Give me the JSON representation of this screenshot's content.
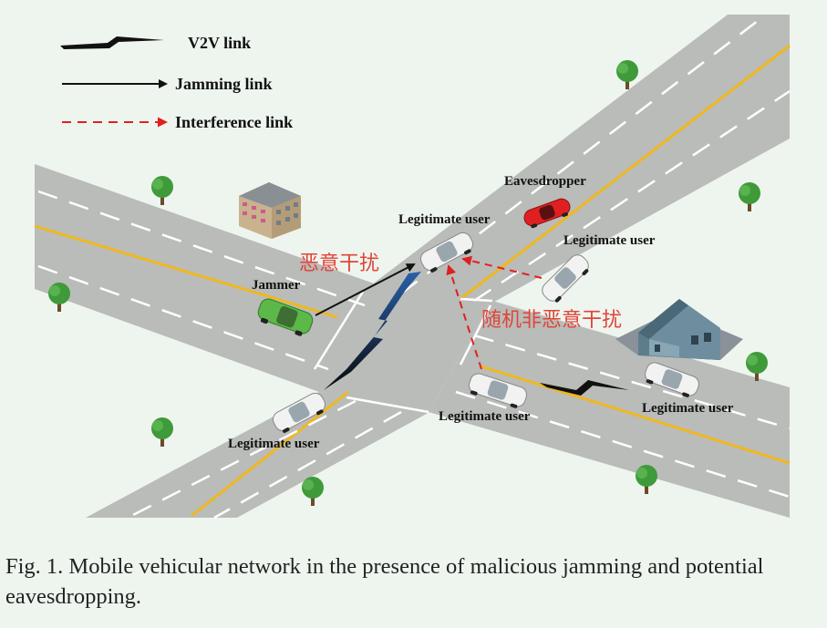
{
  "legend": {
    "v2v": "V2V link",
    "jamming": "Jamming link",
    "interference": "Interference link"
  },
  "labels": {
    "eavesdropper": "Eavesdropper",
    "legit_center": "Legitimate  user",
    "legit_right_top": "Legitimate  user",
    "jammer": "Jammer",
    "legit_bottom_left": "Legitimate  user",
    "legit_bottom_mid": "Legitimate  user",
    "legit_bottom_right": "Legitimate  user"
  },
  "annotations": {
    "malicious": "恶意干扰",
    "non_malicious": "随机非恶意干扰"
  },
  "caption": "Fig. 1.   Mobile vehicular network in the presence of malicious jamming and potential eavesdropping.",
  "colors": {
    "background": "#eef5ee",
    "road": "#b9bcb9",
    "yellow_line": "#f0b81f",
    "jamming_arrow": "#111111",
    "interference_arrow": "#e02020",
    "annotation_text": "#e0453a",
    "jammer_car": "#5cb848",
    "eavesdropper_car": "#e02020"
  }
}
